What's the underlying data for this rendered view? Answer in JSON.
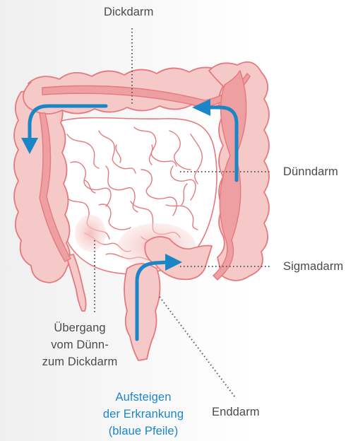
{
  "labels": {
    "dickdarm": "Dickdarm",
    "duenndarm": "Dünndarm",
    "sigmadarm": "Sigmadarm",
    "uebergang_1": "Übergang",
    "uebergang_2": "vom Dünn-",
    "uebergang_3": "zum Dickdarm",
    "enddarm": "Enddarm",
    "aufsteigen_1": "Aufsteigen",
    "aufsteigen_2": "der Erkrankung",
    "aufsteigen_3": "(blaue Pfeile)"
  },
  "colors": {
    "colon_fill": "#f6c9c9",
    "colon_stroke": "#e5797e",
    "band_fill": "#ee9fa1",
    "intestine_fill": "#ffffff",
    "intestine_line": "#e5797e",
    "inflamed_fill": "#f5d0cf",
    "arrow_blue": "#1b86c6",
    "leader_line": "#555555",
    "label_text": "#4a4a4a"
  }
}
